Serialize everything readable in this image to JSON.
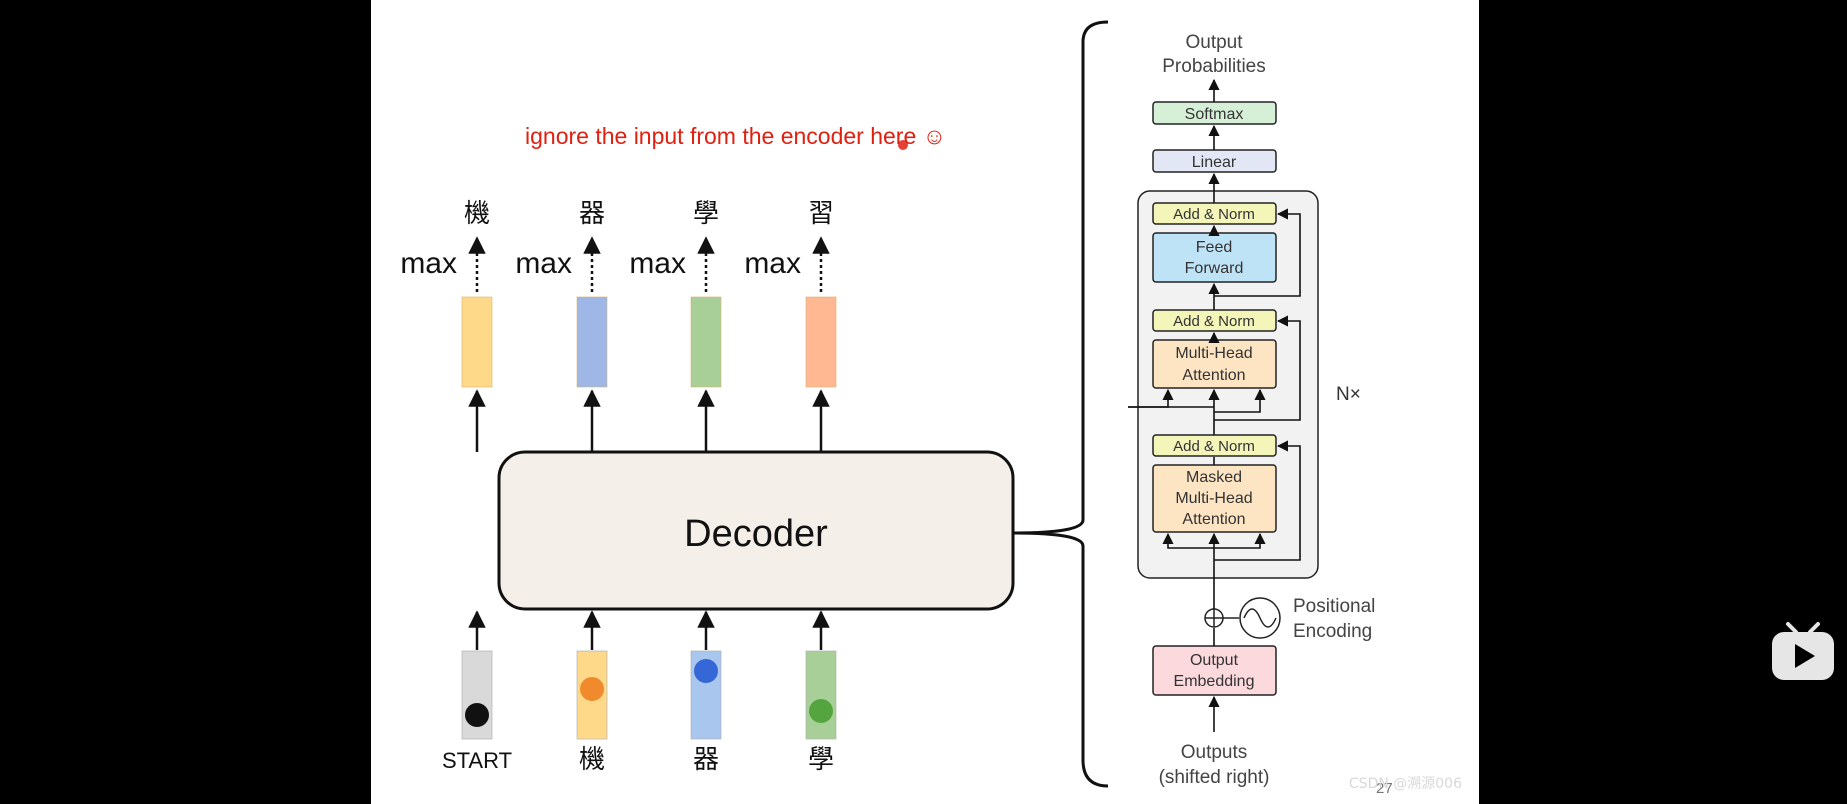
{
  "annotation": "ignore the input from the encoder here ☺",
  "decoder_label": "Decoder",
  "max_label": "max",
  "outputs": [
    "機",
    "器",
    "學",
    "習"
  ],
  "output_colors": [
    "#ffd98a",
    "#9fb7e6",
    "#a9cf98",
    "#ffb892"
  ],
  "inputs": [
    "START",
    "機",
    "器",
    "學"
  ],
  "input_dot_colors": [
    "#111111",
    "#f08a2c",
    "#3567d6",
    "#54a53f"
  ],
  "input_bar_colors": [
    "#d9d9d9",
    "#ffd98a",
    "#a9c6ef",
    "#a9cf98"
  ],
  "transformer": {
    "output_probabilities": [
      "Output",
      "Probabilities"
    ],
    "softmax": "Softmax",
    "linear": "Linear",
    "add_norm": "Add & Norm",
    "feed_forward": [
      "Feed",
      "Forward"
    ],
    "multi_head": [
      "Multi-Head",
      "Attention"
    ],
    "masked_multi_head": [
      "Masked",
      "Multi-Head",
      "Attention"
    ],
    "nx": "N×",
    "positional_encoding": [
      "Positional",
      "Encoding"
    ],
    "output_embedding": [
      "Output",
      "Embedding"
    ],
    "outputs_shifted": [
      "Outputs",
      "(shifted right)"
    ]
  },
  "colors": {
    "annotation": "#e02010",
    "softmax": "#d6f0d8",
    "linear": "#e3e7f5",
    "add_norm": "#f3f5b9",
    "feed_forward": "#bfe3f6",
    "attention": "#fde4c3",
    "embedding": "#fbd9dd",
    "decoder_fill": "#f4efe8"
  },
  "page_number": "27",
  "watermark": "CSDN @溯源006",
  "icons": [
    "play-button-icon",
    "positional-encoding-sine-icon",
    "add-circle-icon"
  ]
}
